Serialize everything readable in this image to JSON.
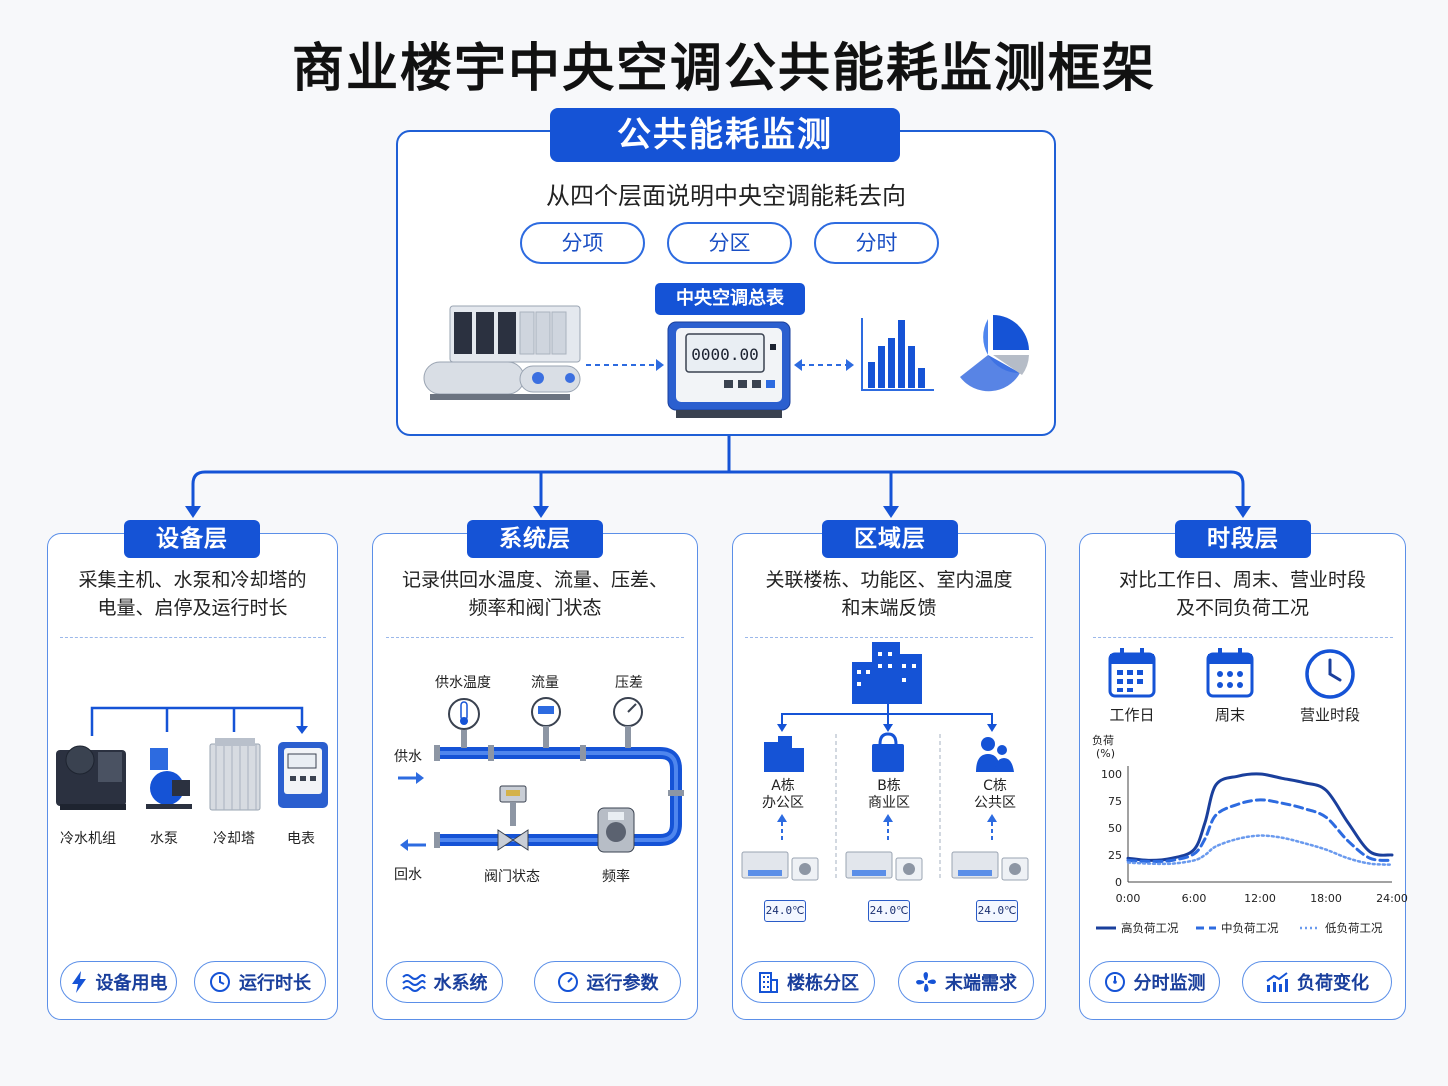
{
  "title": "商业楼宇中央空调公共能耗监测框架",
  "top": {
    "header": "公共能耗监测",
    "subtitle": "从四个层面说明中央空调能耗去向",
    "pills": [
      "分项",
      "分区",
      "分时"
    ],
    "meter_label": "中央空调总表",
    "meter_reading": "0000.00"
  },
  "cards": {
    "equipment": {
      "tag": "设备层",
      "desc_line1": "采集主机、水泵和冷却塔的",
      "desc_line2": "电量、启停及运行时长",
      "items": [
        "冷水机组",
        "水泵",
        "冷却塔",
        "电表"
      ],
      "btn1": "设备用电",
      "btn2": "运行时长"
    },
    "system": {
      "tag": "系统层",
      "desc_line1": "记录供回水温度、流量、压差、",
      "desc_line2": "频率和阀门状态",
      "sensors": [
        "供水温度",
        "流量",
        "压差"
      ],
      "supply": "供水",
      "return": "回水",
      "valve": "阀门状态",
      "freq": "频率",
      "btn1": "水系统",
      "btn2": "运行参数"
    },
    "zone": {
      "tag": "区域层",
      "desc_line1": "关联楼栋、功能区、室内温度",
      "desc_line2": "和末端反馈",
      "buildings": [
        {
          "name": "A栋",
          "area": "办公区",
          "temp": "24.0℃"
        },
        {
          "name": "B栋",
          "area": "商业区",
          "temp": "24.0℃"
        },
        {
          "name": "C栋",
          "area": "公共区",
          "temp": "24.0℃"
        }
      ],
      "btn1": "楼栋分区",
      "btn2": "末端需求"
    },
    "time": {
      "tag": "时段层",
      "desc_line1": "对比工作日、周末、营业时段",
      "desc_line2": "及不同负荷工况",
      "icons": [
        "工作日",
        "周末",
        "营业时段"
      ],
      "btn1": "分时监测",
      "btn2": "负荷变化"
    }
  },
  "chart_data": {
    "type": "line",
    "ylabel": "负荷 (%)",
    "x_ticks": [
      "0:00",
      "6:00",
      "12:00",
      "18:00",
      "24:00"
    ],
    "y_ticks": [
      0,
      25,
      50,
      75,
      100
    ],
    "xlim": [
      0,
      24
    ],
    "ylim": [
      0,
      100
    ],
    "x": [
      0,
      2,
      4,
      6,
      7,
      8,
      10,
      12,
      14,
      16,
      18,
      20,
      22,
      24
    ],
    "series": [
      {
        "name": "高负荷工况",
        "style": "solid",
        "values": [
          22,
          20,
          22,
          30,
          55,
          90,
          98,
          100,
          96,
          92,
          85,
          55,
          28,
          25
        ]
      },
      {
        "name": "中负荷工况",
        "style": "dashed",
        "values": [
          20,
          19,
          20,
          26,
          40,
          62,
          72,
          76,
          73,
          68,
          60,
          38,
          22,
          20
        ]
      },
      {
        "name": "低负荷工况",
        "style": "dotted",
        "values": [
          18,
          17,
          17,
          20,
          25,
          33,
          40,
          43,
          41,
          36,
          30,
          22,
          17,
          16
        ]
      }
    ],
    "colors": {
      "high": "#1a3f9c",
      "mid": "#2d6be0",
      "low": "#6a9aee"
    }
  }
}
